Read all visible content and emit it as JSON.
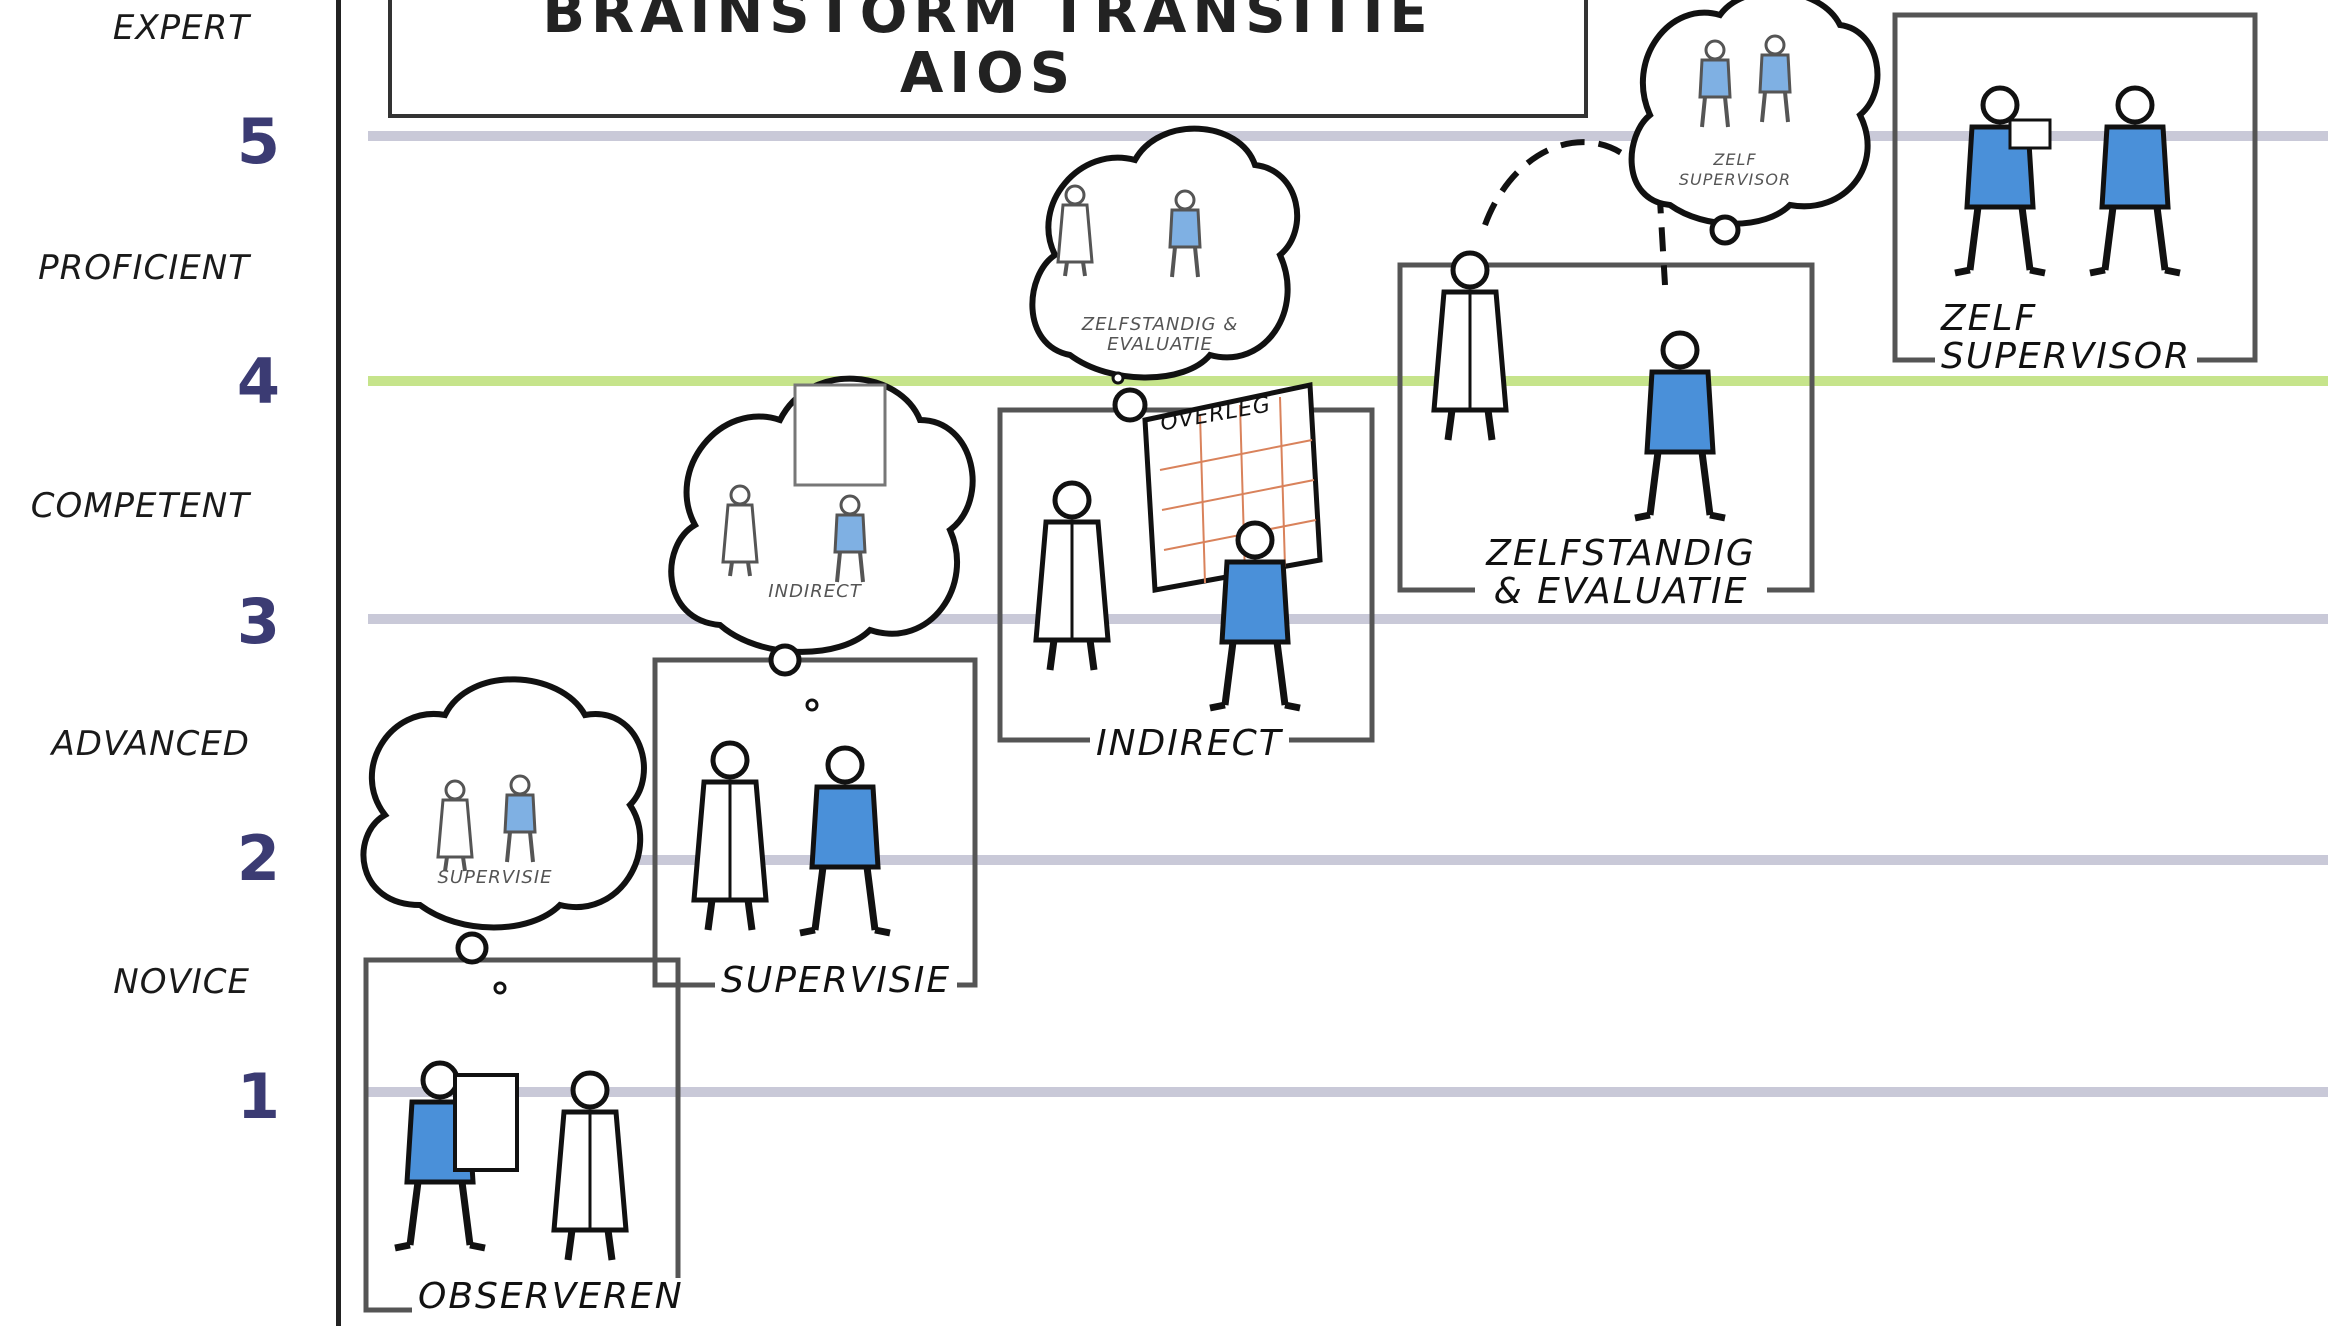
{
  "title": {
    "line1": "BRAINSTORM TRANSITIE",
    "line2": "AIOS"
  },
  "levels": [
    {
      "name": "EXPERT"
    },
    {
      "name": "PROFICIENT"
    },
    {
      "name": "COMPETENT"
    },
    {
      "name": "ADVANCED"
    },
    {
      "name": "NOVICE"
    }
  ],
  "numbers": [
    "5",
    "4",
    "3",
    "2",
    "1"
  ],
  "stages": [
    {
      "label": "OBSERVEREN",
      "bubble": "SUPERVISIE"
    },
    {
      "label": "SUPERVISIE",
      "bubble": "INDIRECT"
    },
    {
      "label": "INDIRECT",
      "bubble": "ZELFSTANDIG & EVALUATIE",
      "board": "OVERLEG"
    },
    {
      "label": "ZELFSTANDIG & EVALUATIE",
      "bubble": "ZELF SUPERVISOR"
    },
    {
      "label": "ZELF SUPERVISOR"
    }
  ],
  "colors": {
    "line": "#c9c9d8",
    "highlight": "#c6e48b",
    "figure_fill": "#4a90d9",
    "number": "#3b3b73"
  }
}
